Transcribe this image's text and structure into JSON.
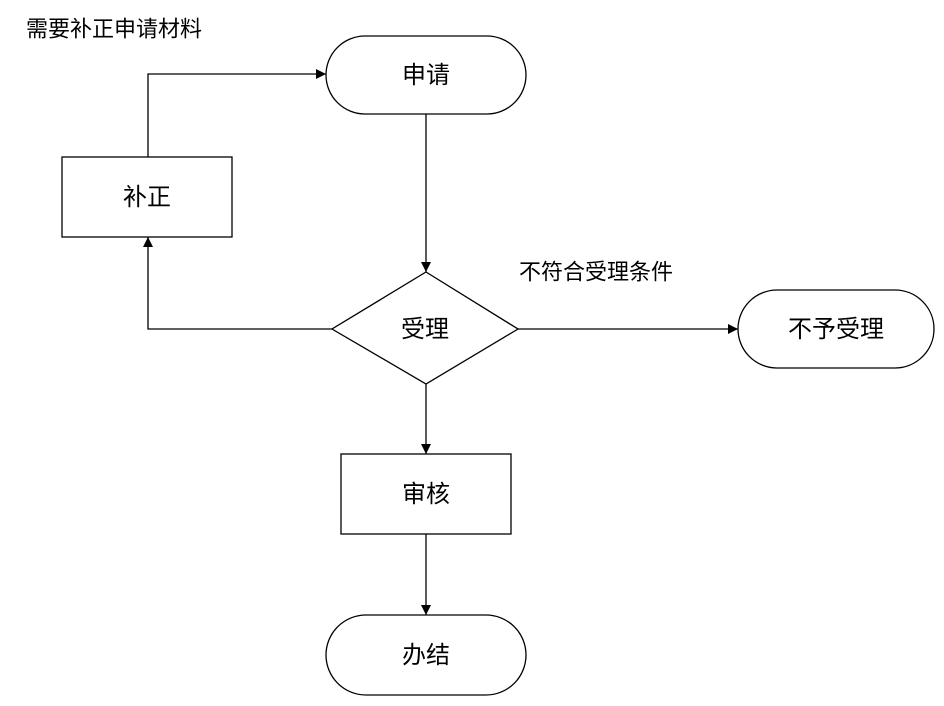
{
  "nodes": {
    "apply": "申请",
    "correct": "补正",
    "accept": "受理",
    "reject": "不予受理",
    "review": "审核",
    "done": "办结"
  },
  "edges": {
    "need_correction": "需要补正申请材料",
    "not_eligible": "不符合受理条件"
  }
}
